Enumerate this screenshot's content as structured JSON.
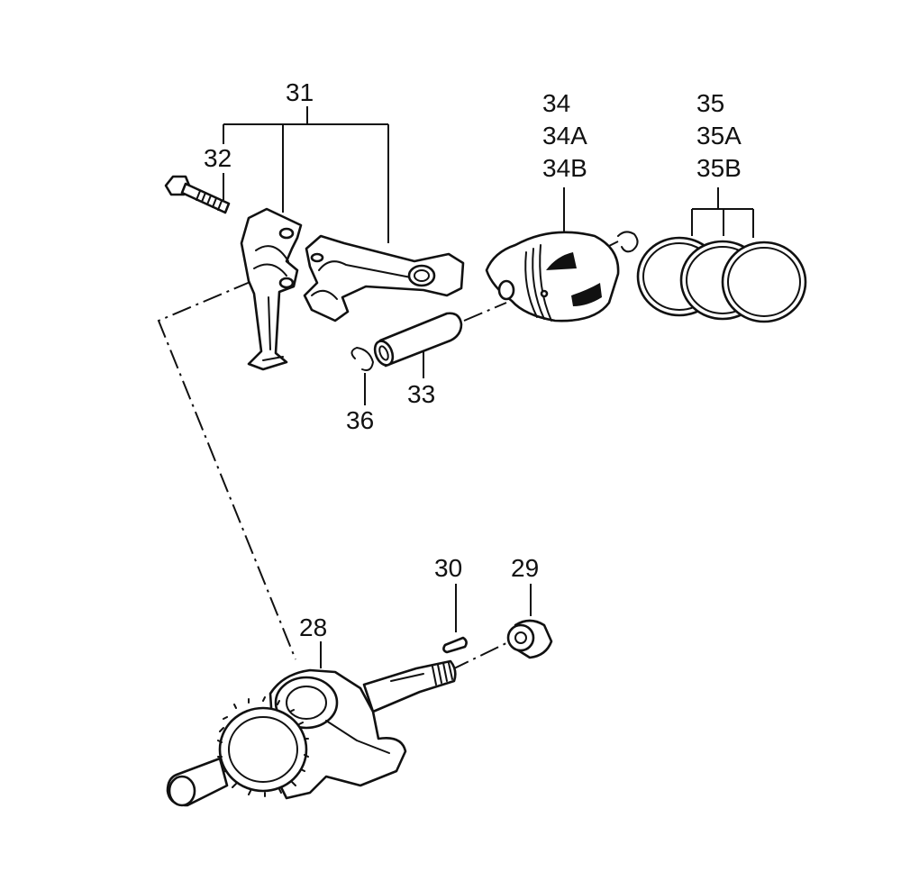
{
  "callouts": {
    "c31": "31",
    "c32": "32",
    "c34": "34",
    "c34a": "34A",
    "c34b": "34B",
    "c35": "35",
    "c35a": "35A",
    "c35b": "35B",
    "c33": "33",
    "c36": "36",
    "c30": "30",
    "c29": "29",
    "c28": "28"
  },
  "parts": [
    {
      "name": "connecting-rod-assembly",
      "callout": "31"
    },
    {
      "name": "connecting-rod-bolt",
      "callout": "32"
    },
    {
      "name": "piston-pin",
      "callout": "33"
    },
    {
      "name": "piston",
      "callout": "34"
    },
    {
      "name": "piston-ring-set",
      "callout": "35"
    },
    {
      "name": "piston-pin-clip",
      "callout": "36"
    },
    {
      "name": "crankshaft",
      "callout": "28"
    },
    {
      "name": "crankshaft-collar",
      "callout": "29"
    },
    {
      "name": "woodruff-key",
      "callout": "30"
    }
  ],
  "colors": {
    "line": "#111111",
    "background": "#ffffff"
  }
}
